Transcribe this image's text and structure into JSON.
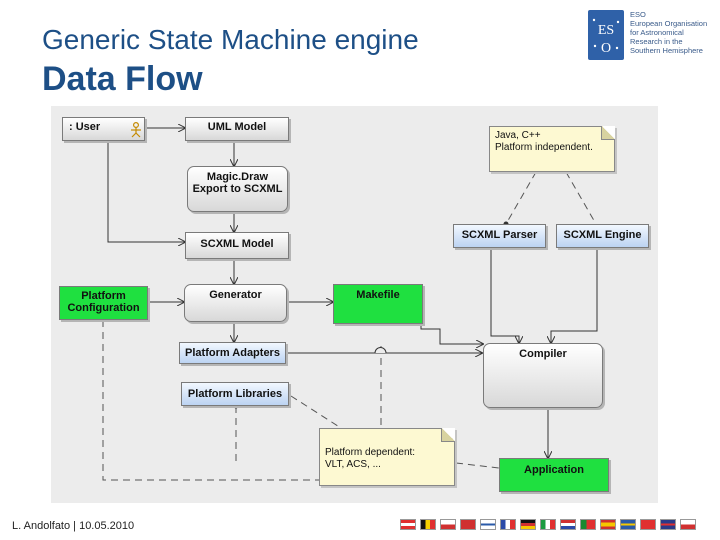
{
  "header": {
    "title_line1": "Generic State Machine engine",
    "title_line2": "Data Flow"
  },
  "logo": {
    "icon": "eso-logo-icon",
    "brand_color": "#2f61a8",
    "lines": [
      "ESO",
      "European Organisation",
      "for Astronomical",
      "Research in the",
      "Southern Hemisphere"
    ]
  },
  "diagram": {
    "nodes": {
      "user": ": User",
      "uml_model": "UML Model",
      "magicdraw": "Magic.Draw Export to SCXML",
      "scxml_model": "SCXML Model",
      "scxml_parser": "SCXML Parser",
      "scxml_engine": "SCXML Engine",
      "platform_configuration": "Platform Configuration",
      "generator": "Generator",
      "makefile": "Makefile",
      "platform_adapters": "Platform Adapters",
      "compiler": "Compiler",
      "platform_libraries": "Platform Libraries",
      "application": "Application"
    },
    "notes": {
      "platform_independent_line1": "Java, C++",
      "platform_independent_line2": "Platform independent.",
      "platform_dependent_line1": "Platform dependent:",
      "platform_dependent_line2": "VLT, ACS, ..."
    },
    "colors": {
      "artifact_green": "#1fe040",
      "note_yellow": "#fdf9d2",
      "component_blue": "#bcd3f2"
    }
  },
  "footer": {
    "author": "L. Andolfato | 10.05.2010"
  },
  "flags": [
    "flag-austria-icon",
    "flag-belgium-icon",
    "flag-czech-icon",
    "flag-denmark-icon",
    "flag-finland-icon",
    "flag-france-icon",
    "flag-germany-icon",
    "flag-italy-icon",
    "flag-netherlands-icon",
    "flag-portugal-icon",
    "flag-spain-icon",
    "flag-sweden-icon",
    "flag-switzerland-icon",
    "flag-uk-icon",
    "flag-chile-icon"
  ]
}
